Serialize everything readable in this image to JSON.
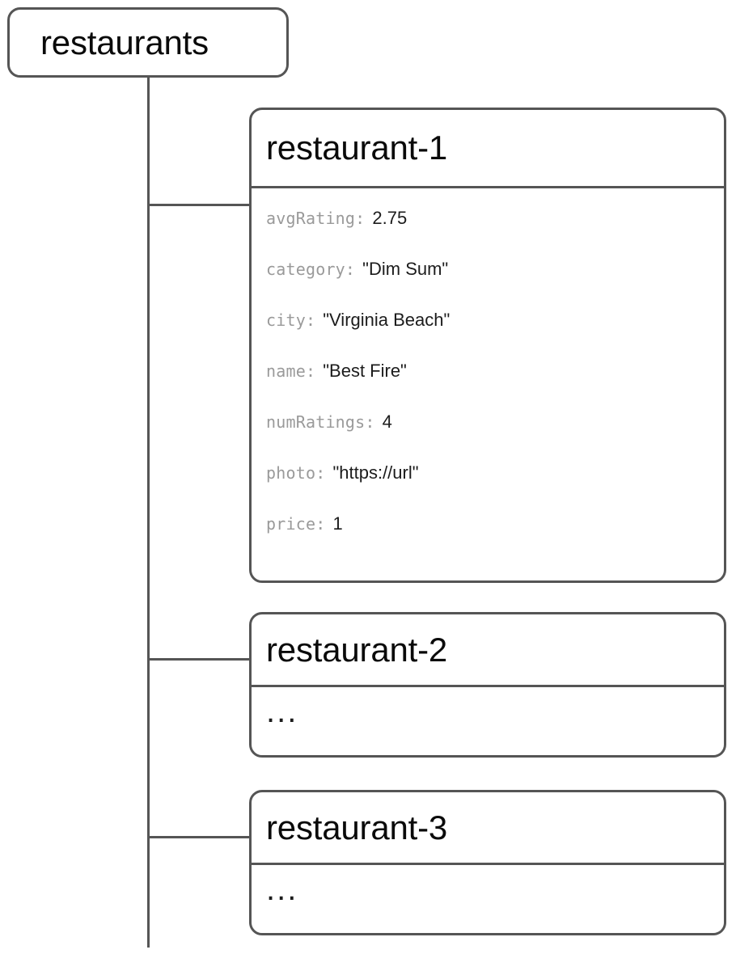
{
  "diagram": {
    "type": "firestore-data-model-tree",
    "root": {
      "label": "restaurants"
    },
    "documents": [
      {
        "title": "restaurant-1",
        "fields": [
          {
            "key": "avgRating:",
            "value": "2.75"
          },
          {
            "key": "category:",
            "value": "\"Dim Sum\""
          },
          {
            "key": "city:",
            "value": "\"Virginia Beach\""
          },
          {
            "key": "name:",
            "value": "\"Best Fire\""
          },
          {
            "key": "numRatings:",
            "value": "4"
          },
          {
            "key": "photo:",
            "value": "\"https://url\""
          },
          {
            "key": "price:",
            "value": "1"
          }
        ]
      },
      {
        "title": "restaurant-2",
        "placeholder": "..."
      },
      {
        "title": "restaurant-3",
        "placeholder": "..."
      }
    ]
  },
  "colors": {
    "stroke": "#555555",
    "title_text": "#0a0a0a",
    "key_text": "#9a9a9a",
    "value_text": "#1c1c1c",
    "background": "#ffffff"
  }
}
